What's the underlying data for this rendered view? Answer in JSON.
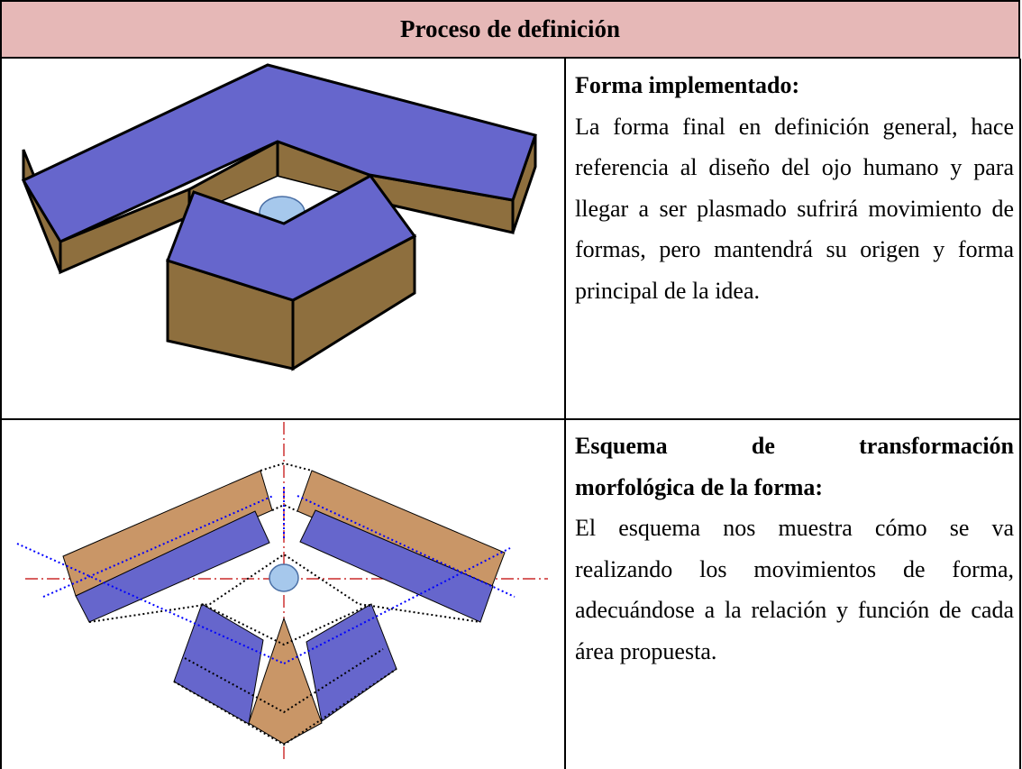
{
  "table": {
    "header": "Proceso de definición",
    "rows": [
      {
        "figure_icon": "building-3d-icon",
        "heading": "Forma implementado:",
        "body": "La forma final en definición general, hace referencia al diseño del ojo humano y para llegar a ser plasmado sufrirá movimiento de formas, pero mantendrá su origen y forma principal de la idea."
      },
      {
        "figure_icon": "transformation-scheme-icon",
        "heading_line1": "Esquema de transformación",
        "heading_line2": "morfológica de la forma:",
        "body": "El esquema nos muestra cómo se va realizando los movimientos de forma, adecuándose a la relación y función de cada área propuesta."
      }
    ]
  },
  "colors": {
    "header_bg": "#e6b8b7",
    "roof_blue": "#6666cc",
    "wall_brown": "#8e6f3e",
    "plan_tan": "#c99667",
    "axis_red": "#c00000",
    "guide_blue": "#0000ff",
    "circle_fill": "#a6c8ec"
  }
}
